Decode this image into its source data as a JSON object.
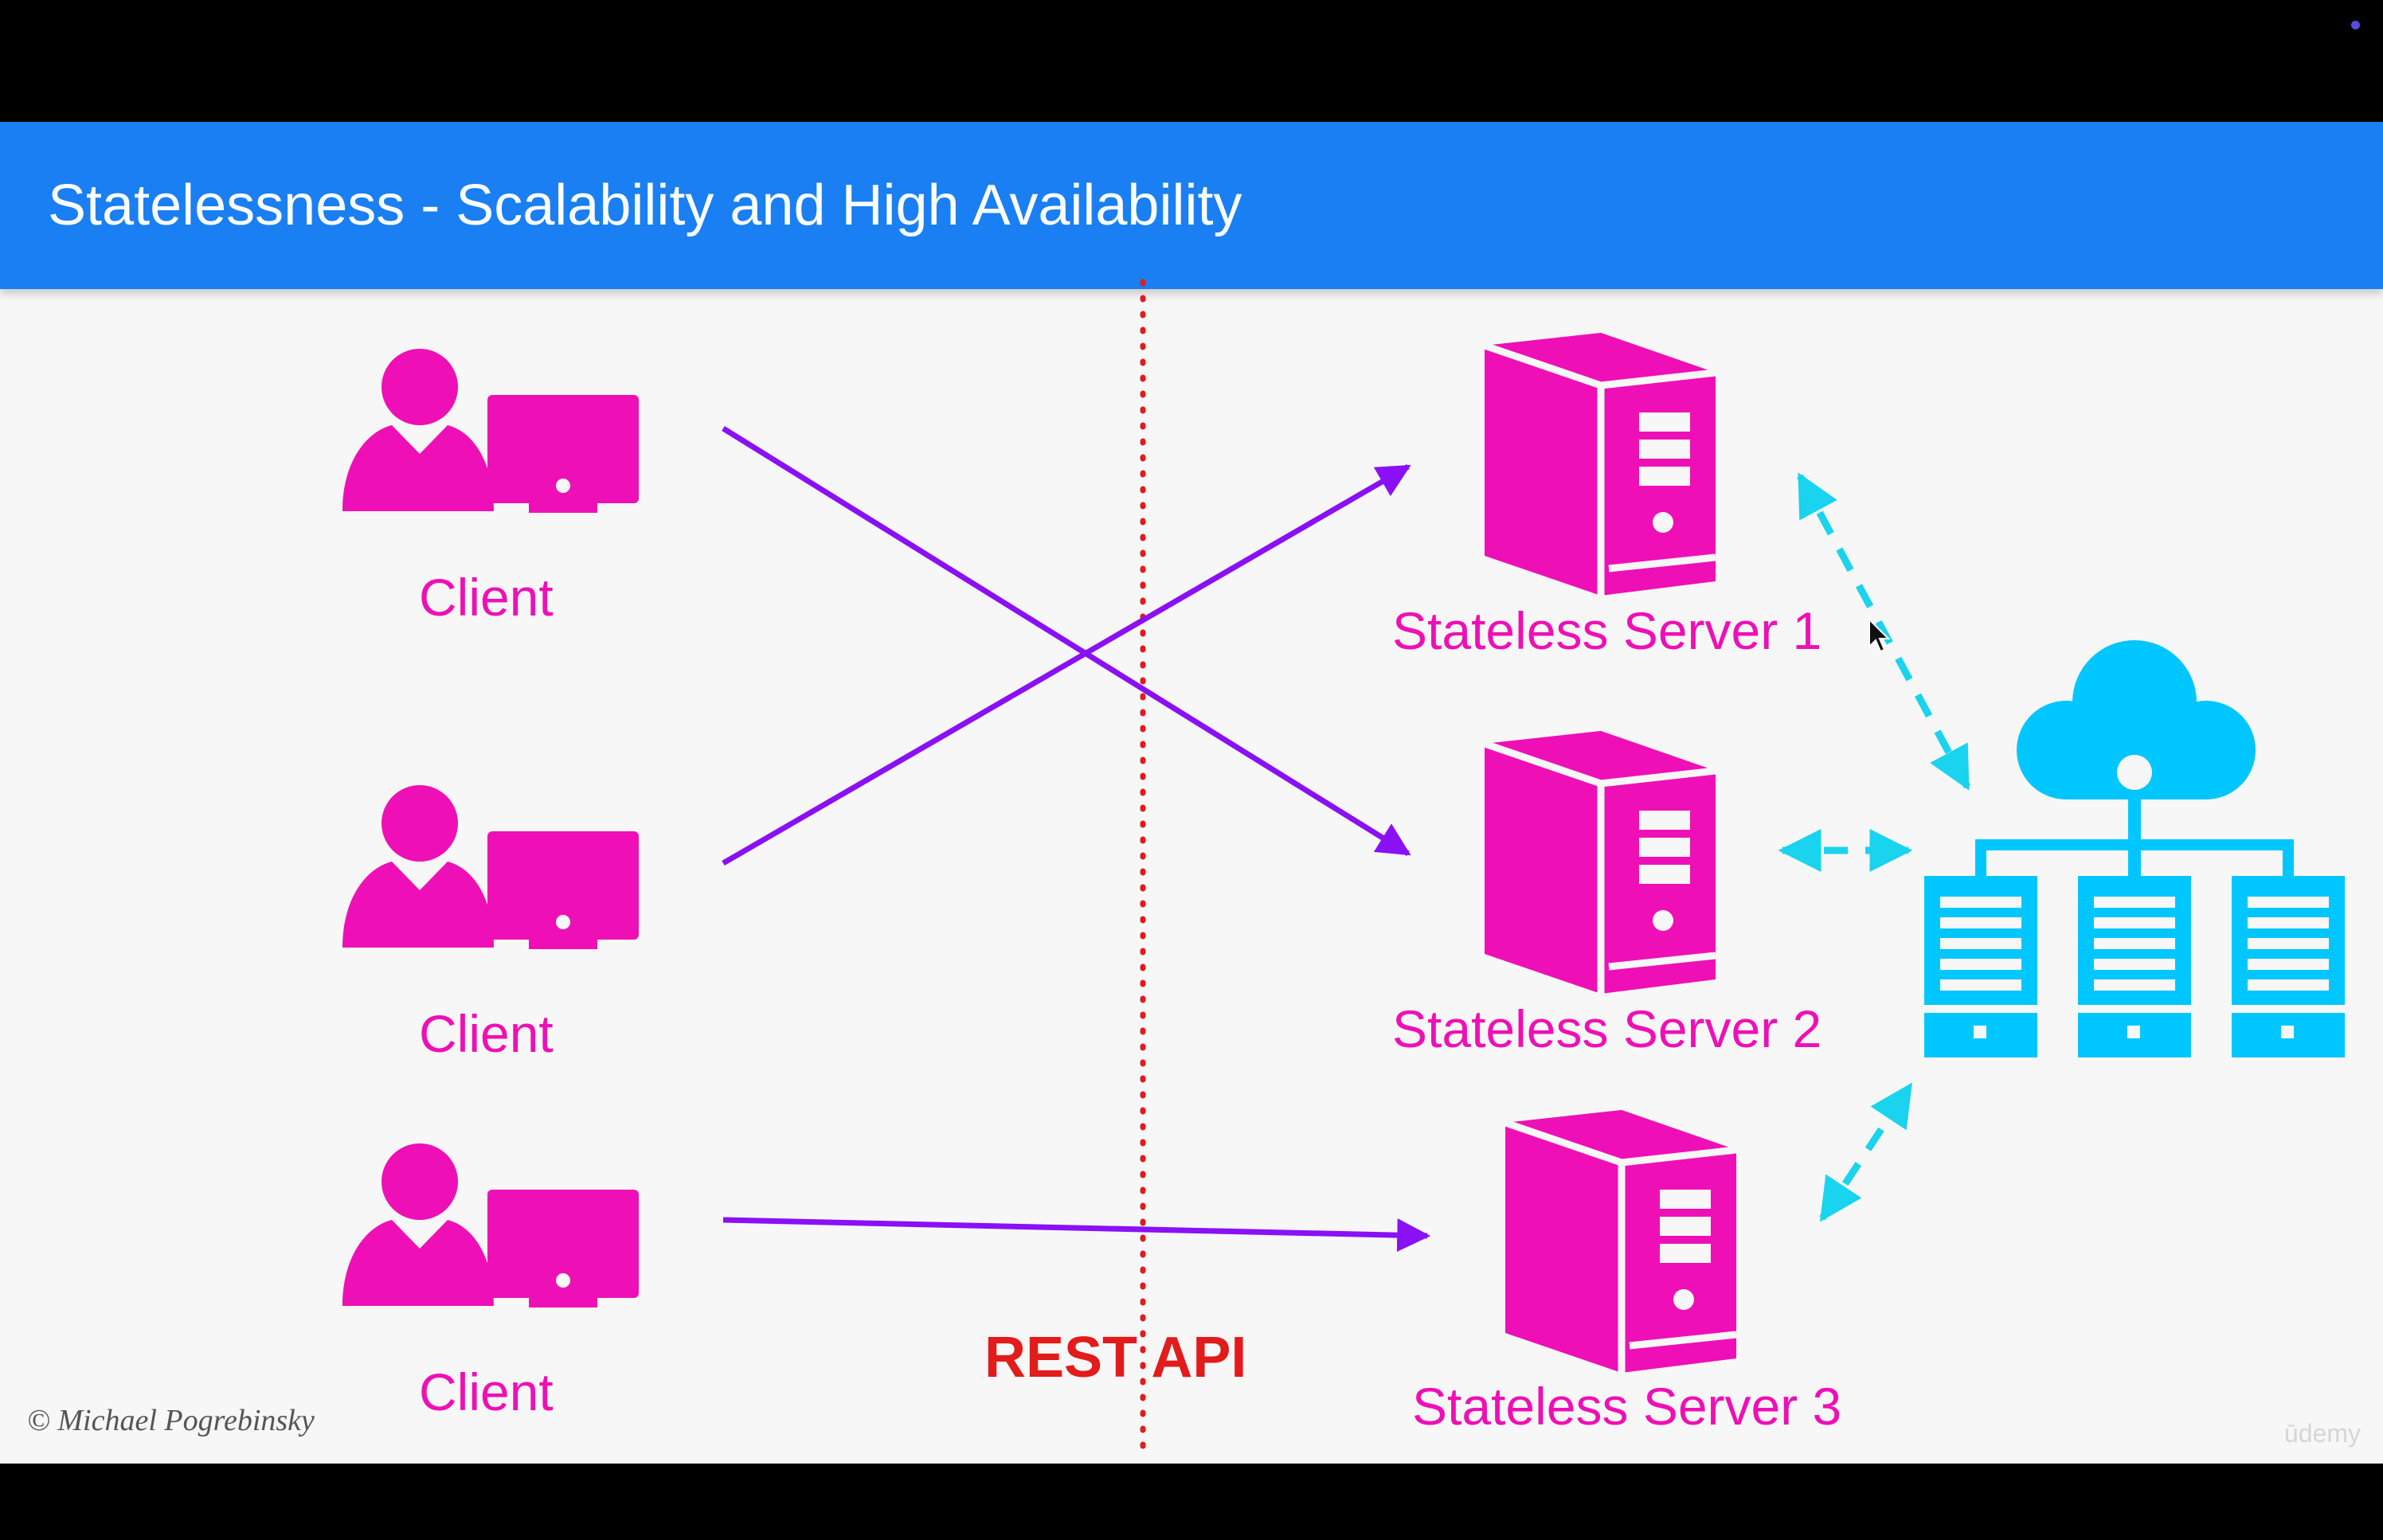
{
  "header": {
    "title": "Statelessness - Scalability and High Availability"
  },
  "clients": [
    {
      "label": "Client"
    },
    {
      "label": "Client"
    },
    {
      "label": "Client"
    }
  ],
  "servers": [
    {
      "label": "Stateless Server 1"
    },
    {
      "label": "Stateless Server 2"
    },
    {
      "label": "Stateless Server 3"
    }
  ],
  "boundary": {
    "label": "REST API"
  },
  "footer": {
    "copyright": "© Michael Pogrebinsky",
    "watermark": "ūdemy"
  },
  "colors": {
    "header": "#1a7ff2",
    "entity": "#ee10b6",
    "request_arrow": "#8a10f5",
    "cloud_link": "#19d3ef",
    "storage": "#00c6ff",
    "boundary_line": "#e21b1b"
  }
}
